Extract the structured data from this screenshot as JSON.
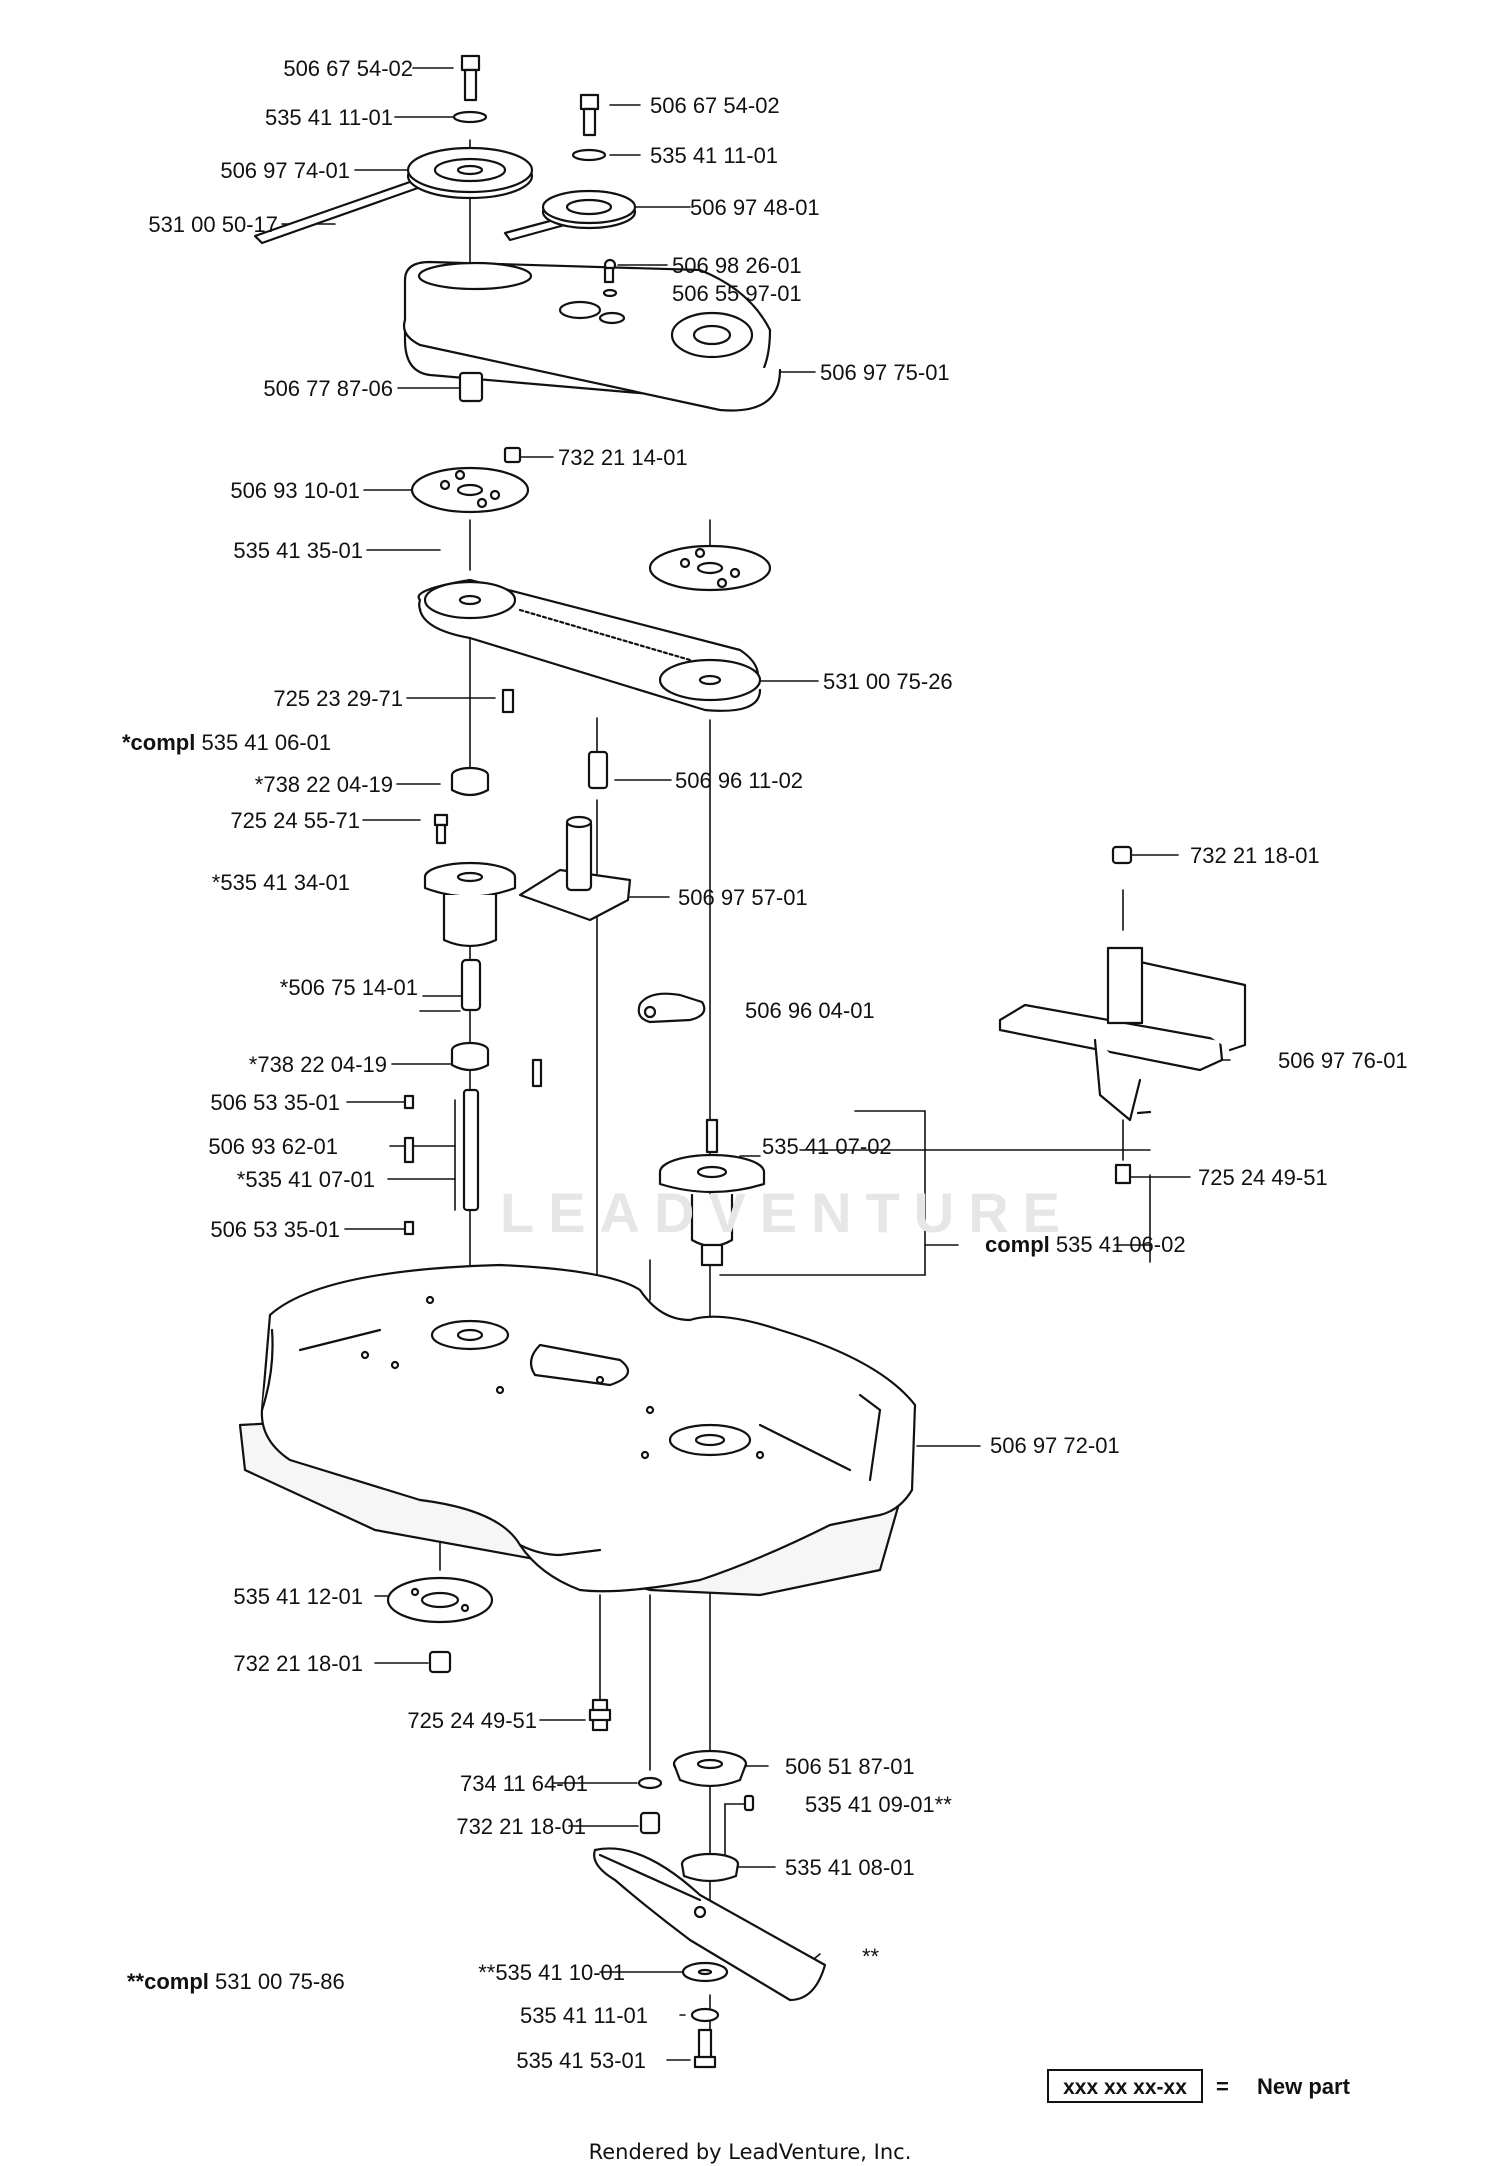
{
  "parts": {
    "p1": "506 67 54-02",
    "p2": "535 41 11-01",
    "p3": "506 67 54-02",
    "p4": "535 41 11-01",
    "p5": "506 97 74-01",
    "p6": "506 97 48-01",
    "p7": "531 00 50-17",
    "p8": "506 98 26-01",
    "p9": "506 55 97-01",
    "p10": "506 97 75-01",
    "p11": "506 77 87-06",
    "p12": "732 21 14-01",
    "p13": "506 93 10-01",
    "p14": "535 41 35-01",
    "p15": "531 00 75-26",
    "p16": "725 23 29-71",
    "p17": "*738 22 04-19",
    "p18": "506 96 11-02",
    "p19": "725 24 55-71",
    "p20": "732 21 18-01",
    "p21": "*535 41 34-01",
    "p22": "506 97 57-01",
    "p23": "*506 75 14-01",
    "p24": "506 96 04-01",
    "p25": "*738 22 04-19",
    "p26": "506 97 76-01",
    "p27": "506 53 35-01",
    "p28": "506 93 62-01",
    "p29": "535 41 07-02",
    "p30": "*535 41 07-01",
    "p31": "725 24 49-51",
    "p32": "506 53 35-01",
    "p33": "506 97 72-01",
    "p34": "535 41 12-01",
    "p35": "732 21 18-01",
    "p36": "725 24 49-51",
    "p37": "506 51 87-01",
    "p38": "734 11 64-01",
    "p39": "535 41 09-01**",
    "p40": "732 21 18-01",
    "p41": "535 41 08-01",
    "p42": "**535 41 10-01",
    "p43": "**",
    "p44": "535 41 11-01",
    "p45": "535 41 53-01"
  },
  "kits": {
    "kit1_prefix": "*compl",
    "kit1_number": "535 41 06-01",
    "kit2_prefix": "compl",
    "kit2_number": "535 41 06-02",
    "kit3_prefix": "**compl",
    "kit3_number": "531 00 75-86"
  },
  "legend": {
    "box": "xxx xx xx-xx",
    "equals": "=",
    "text": "New part"
  },
  "watermark": "LEADVENTURE",
  "footer": "Rendered by LeadVenture, Inc."
}
